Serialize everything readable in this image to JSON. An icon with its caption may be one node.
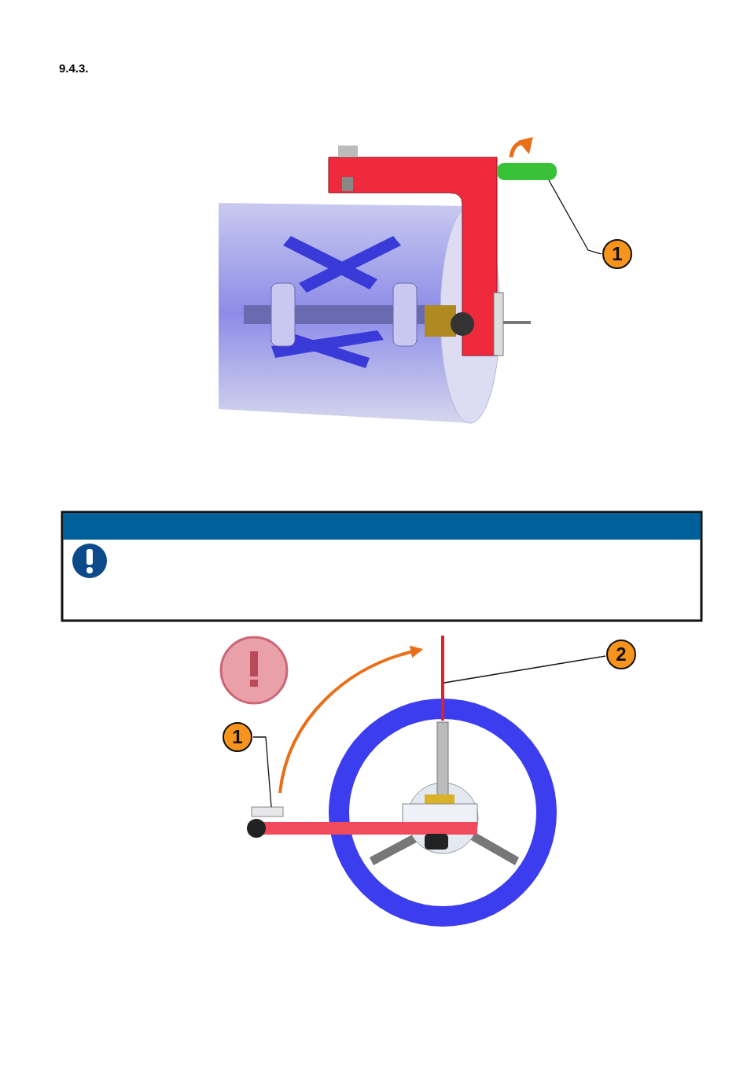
{
  "diagram": {
    "nodes": [
      {
        "text": [
          "1"
        ]
      },
      {
        "text": [],
        "shape": "cylinder"
      },
      {
        "text": [
          "1"
        ]
      },
      {
        "text": [],
        "shape": "box"
      },
      {
        "text": [
          "2"
        ]
      },
      {
        "text": [],
        "shape": "bar"
      }
    ],
    "edges": [
      {
        "from": 0,
        "to": 1,
        "arrow": "none"
      },
      {
        "from": 2,
        "to": 3,
        "arrow": "none"
      },
      {
        "from": 4,
        "to": 5,
        "arrow": "none"
      }
    ],
    "labels": [
      "9.4.3."
    ]
  }
}
